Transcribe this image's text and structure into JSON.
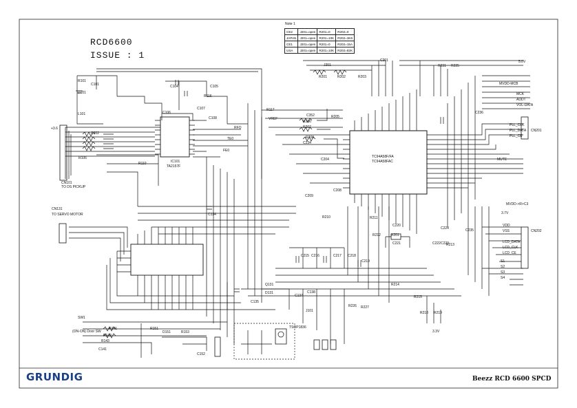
{
  "header": {
    "model": "RCD6600",
    "issue": "ISSUE : 1"
  },
  "note": {
    "title": "Note 1",
    "rows": [
      [
        "CE2",
        "J201=open",
        "R201=0",
        "R202=0"
      ],
      [
        "JAPAN",
        "J201=open",
        "R201=10K",
        "R202=3K6"
      ],
      [
        "CE1",
        "J201=open",
        "R201=0",
        "R202=15A"
      ],
      [
        "USA",
        "J201=open",
        "R201=10K",
        "R202=82K"
      ]
    ]
  },
  "footer": {
    "brand": "GRUNDIG",
    "document": "Beezz RCD 6600 SPCD"
  },
  "labels": {
    "ic_tc9": "TC94A58F/FA",
    "ic_tc9b": "TC94A58FAC",
    "ic_ta": "TA2157F",
    "ic101": "IC101",
    "to_pickup": "TO DS PICKUP",
    "cn101": "CN101",
    "cn131": "CN131",
    "to_servo": "TO SERVO MOTOR",
    "cn201": "CN201",
    "cn202": "CN202",
    "r101": "R101",
    "d101": "D101",
    "c101": "C101",
    "l101": "L101",
    "c104": "C104",
    "c105": "C105",
    "c106": "C106",
    "c107": "C107",
    "c108": "C108",
    "r106": "R106",
    "r110": "R110",
    "r116": "R116",
    "rfo": "RFO",
    "fe0": "FE0",
    "te0": "TE0",
    "r117": "R117",
    "r205": "R205",
    "r206": "R206",
    "r207": "R207",
    "r208": "R208",
    "c352": "C352",
    "c234": "C234",
    "c204": "C204",
    "vref": "VREF",
    "r210": "R210",
    "r211": "R211",
    "r212": "R212",
    "r213": "R213",
    "r214": "R214",
    "r215": "R215",
    "r218": "R218",
    "r219": "R219",
    "r226": "R226",
    "r227": "R227",
    "r231": "R231",
    "r225": "R225",
    "c201": "C201",
    "c202": "C202",
    "c208": "C208",
    "c209": "C209",
    "c215": "C215",
    "c216": "C216",
    "c217": "C217",
    "c218": "C218",
    "c219": "C219",
    "c220": "C220",
    "c221": "C221",
    "c222": "C222",
    "c223": "C223",
    "c224": "C224",
    "c235": "C235",
    "c236": "C236",
    "x201": "X201",
    "q131": "Q131",
    "d131": "D131",
    "c134": "C134",
    "c135": "C135",
    "c137": "C137",
    "c138": "C138",
    "c141": "C141",
    "c152": "C152",
    "r141": "R141",
    "r142": "R142",
    "r143": "R143",
    "r151": "R151",
    "r153": "R153",
    "d151": "D151",
    "sw1": "SW1",
    "sw1_desc": "(ON-ON) Door SW",
    "r201": "R201",
    "r202": "R202",
    "r203": "R203",
    "j201": "J201",
    "j101": "J101",
    "mute": "MUTE",
    "vdd": "VDD",
    "vss": "VSS",
    "lcd_data": "LCD_DATA",
    "lcd_clk": "LCD_CLK",
    "lcd_ce": "LCD_CE",
    "mvdd_r": "MVDD->R>C3",
    "mvdd_m": "MVDD-MCB",
    "mck": "MCK",
    "addt": "ADDT",
    "vol_data": "VOL-DATA",
    "pll_clk": "PLL_CLK",
    "pll_data": "PLL_DATA",
    "pll_ce": "PLL_CE",
    "s1": "S1",
    "s2": "S2",
    "s3": "S3",
    "s4": "S4",
    "tsop": "TSOP1836",
    "v37": "3.7V",
    "v33": "3.3V",
    "v5": "5.0V",
    "cn101pin": "+3.6"
  }
}
